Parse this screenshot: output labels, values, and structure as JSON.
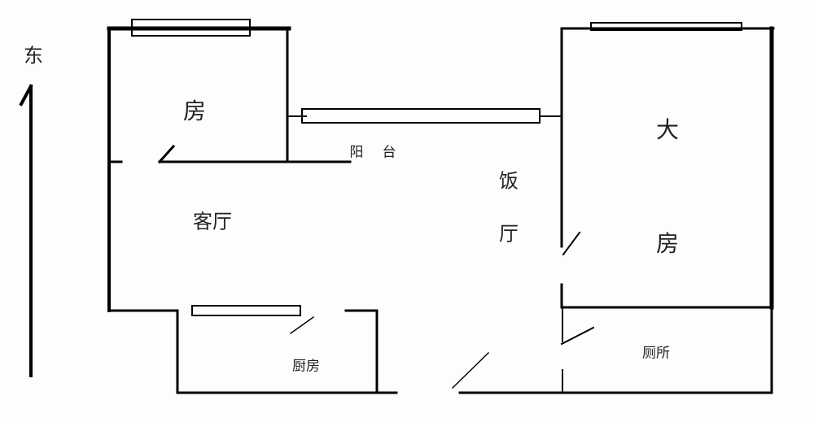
{
  "compass": {
    "direction": "东"
  },
  "rooms": {
    "bedroom_small": "房",
    "balcony_1": "阳",
    "balcony_2": "台",
    "dining_1": "饭",
    "dining_2": "厅",
    "bedroom_large_1": "大",
    "bedroom_large_2": "房",
    "living_room": "客厅",
    "kitchen": "厨房",
    "toilet": "厕所"
  },
  "colors": {
    "line": "#000000",
    "text": "#222222"
  }
}
